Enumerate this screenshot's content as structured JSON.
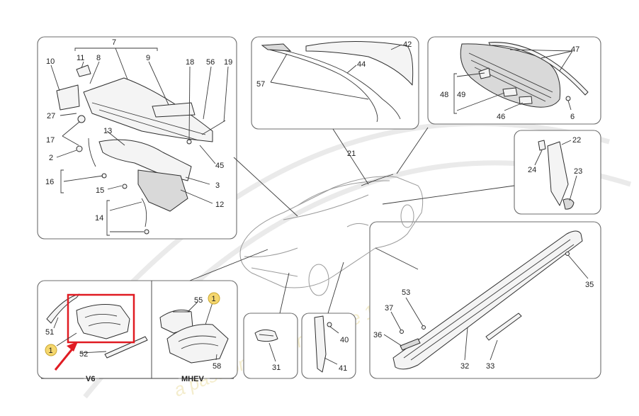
{
  "diagram": {
    "labels": {
      "p1": "1",
      "p2": "2",
      "p3": "3",
      "p6": "6",
      "p7": "7",
      "p8": "8",
      "p9": "9",
      "p10": "10",
      "p11": "11",
      "p12": "12",
      "p13": "13",
      "p14": "14",
      "p15": "15",
      "p16": "16",
      "p17": "17",
      "p18": "18",
      "p19": "19",
      "p21": "21",
      "p22": "22",
      "p23": "23",
      "p24": "24",
      "p27": "27",
      "p31": "31",
      "p32": "32",
      "p33": "33",
      "p35": "35",
      "p36": "36",
      "p37": "37",
      "p40": "40",
      "p41": "41",
      "p42": "42",
      "p44": "44",
      "p45": "45",
      "p46": "46",
      "p47": "47",
      "p48": "48",
      "p49": "49",
      "p51": "51",
      "p52": "52",
      "p53": "53",
      "p55": "55",
      "p56": "56",
      "p57": "57",
      "p58": "58"
    },
    "sections": {
      "v6": "V6",
      "mhev": "MHEV"
    },
    "badges": {
      "engine_cover_v6": "1",
      "engine_cover_mhev": "1"
    },
    "watermark": {
      "line1": "a passion for parts since 1985"
    },
    "colors": {
      "highlight": "#e01b22",
      "badge": "#f5d76e",
      "panel_border": "#6d6d6d"
    }
  }
}
